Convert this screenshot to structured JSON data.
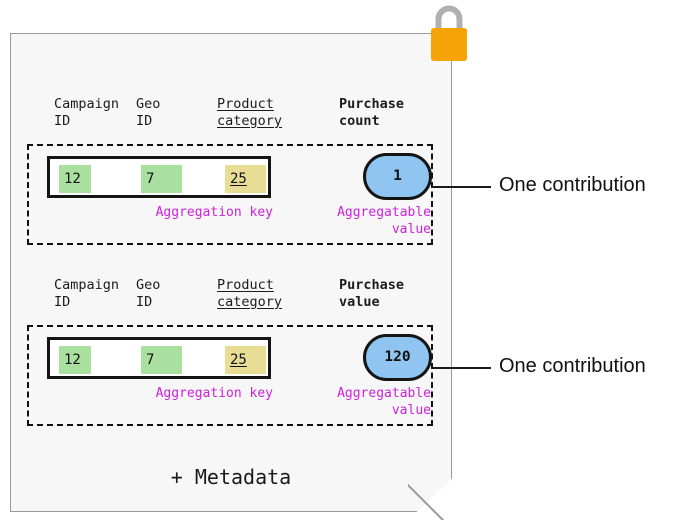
{
  "card": {
    "lock_icon": "padlock-icon",
    "lock_body_color": "#f5a306",
    "lock_shackle_color": "#b0b0b0",
    "background_color": "#f7f7f7",
    "border_color": "#9a9a9a",
    "metadata_label": "+ Metadata"
  },
  "accent_colors": {
    "key_green": "#a9e0a0",
    "key_yellow": "#e8dd94",
    "value_blue": "#8fc5f0",
    "caption_magenta": "#cc22dd",
    "outline_black": "#141414"
  },
  "groups": [
    {
      "headers": {
        "campaign": "Campaign\nID",
        "geo": "Geo\nID",
        "product": "Product\ncategory",
        "metric": "Purchase\ncount"
      },
      "key_values": {
        "campaign": "12",
        "geo": "7",
        "product": "25"
      },
      "aggregatable_value": "1",
      "captions": {
        "key": "Aggregation key",
        "value": "Aggregatable\nvalue"
      },
      "callout": "One contribution"
    },
    {
      "headers": {
        "campaign": "Campaign\nID",
        "geo": "Geo\nID",
        "product": "Product\ncategory",
        "metric": "Purchase\nvalue"
      },
      "key_values": {
        "campaign": "12",
        "geo": "7",
        "product": "25"
      },
      "aggregatable_value": "120",
      "captions": {
        "key": "Aggregation key",
        "value": "Aggregatable\nvalue"
      },
      "callout": "One contribution"
    }
  ]
}
